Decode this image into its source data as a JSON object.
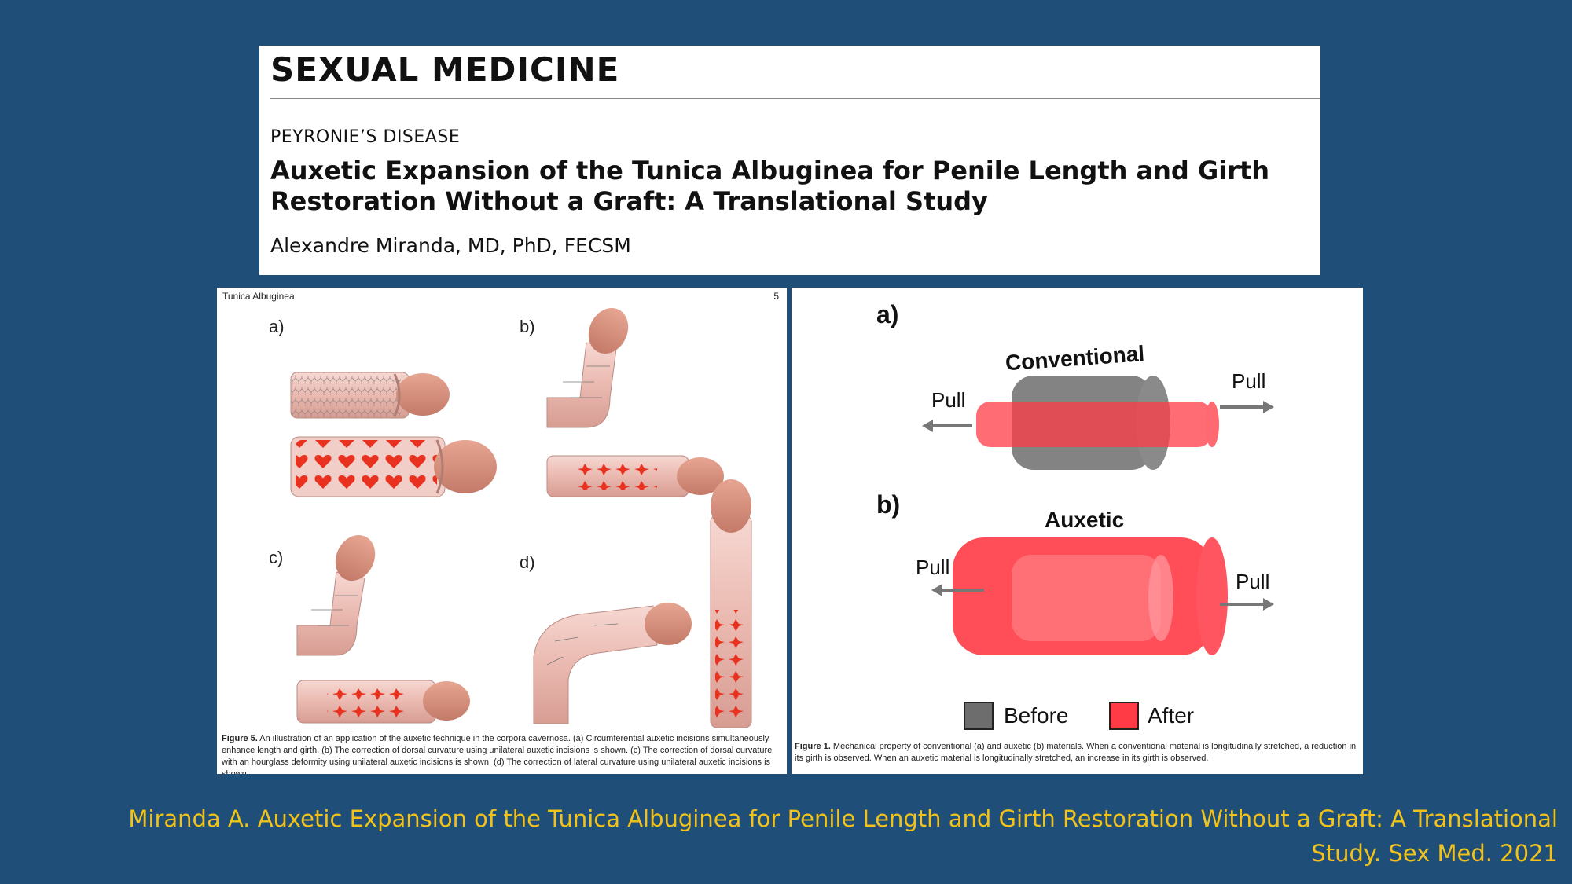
{
  "header": {
    "journal": "SEXUAL MEDICINE",
    "section": "PEYRONIE’S DISEASE",
    "title": "Auxetic Expansion of the Tunica Albuginea for Penile Length and Girth Restoration Without a Graft: A Translational Study",
    "author": "Alexandre Miranda, MD, PhD, FECSM"
  },
  "figure5": {
    "running_head": "Tunica Albuginea",
    "page_number": "5",
    "panel_labels": [
      "a)",
      "b)",
      "c)",
      "d)"
    ],
    "caption_label": "Figure 5.",
    "caption_text": "An illustration of an application of the auxetic technique in the corpora cavernosa. (a) Circumferential auxetic incisions simultaneously enhance length and girth. (b) The correction of dorsal curvature using unilateral auxetic incisions is shown. (c) The correction of dorsal curvature with an hourglass deformity using unilateral auxetic incisions is shown. (d) The correction of lateral curvature using unilateral auxetic incisions is shown."
  },
  "figure1": {
    "panel_a": "a)",
    "panel_b": "b)",
    "conventional_label": "Conventional",
    "auxetic_label": "Auxetic",
    "pull_label": "Pull",
    "legend_before": "Before",
    "legend_after": "After",
    "colors": {
      "before": "#6d6d6d",
      "after": "#ff3b45"
    },
    "caption_label": "Figure 1.",
    "caption_text": "Mechanical property of conventional (a) and auxetic (b) materials. When a conventional material is longitudinally stretched, a reduction in its girth is observed. When an auxetic material is longitudinally stretched, an increase in its girth is observed."
  },
  "citation": {
    "line1": "Miranda A. Auxetic Expansion of the Tunica Albuginea for Penile Length and Girth Restoration Without a Graft: A Translational",
    "line2": "Study. Sex Med. 2021"
  }
}
